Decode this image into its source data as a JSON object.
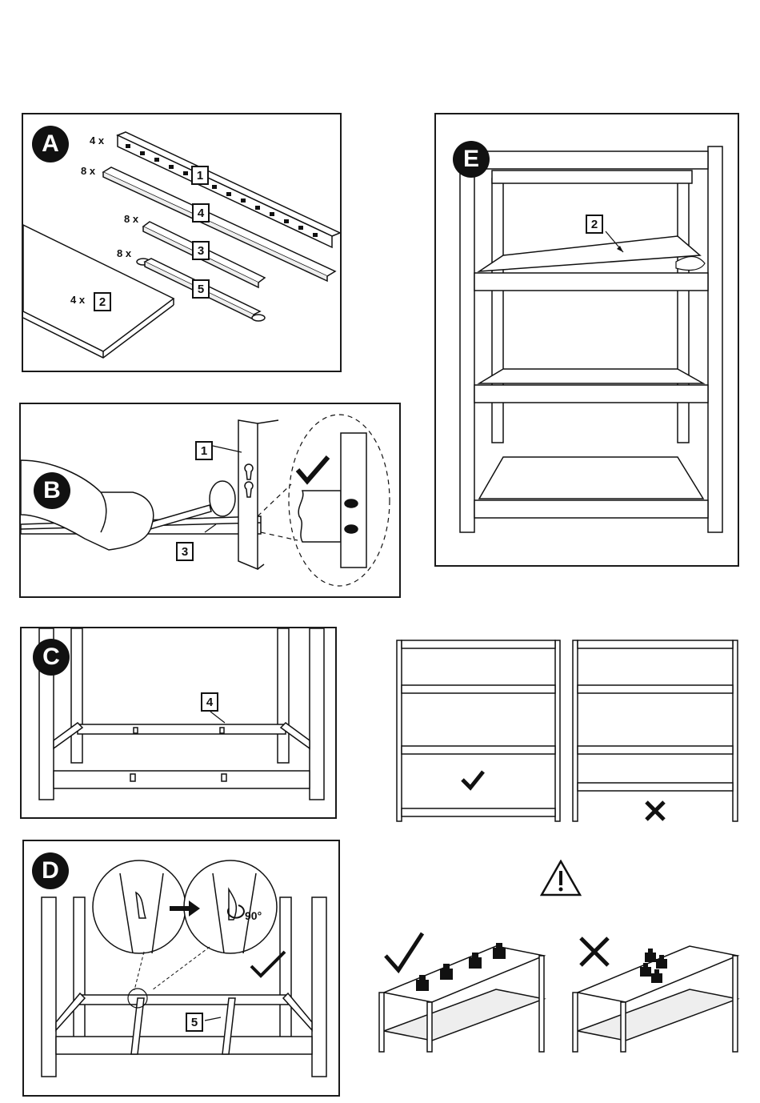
{
  "panels": {
    "a": {
      "badge": "A",
      "items": [
        {
          "qty": "4 x",
          "part": "1"
        },
        {
          "qty": "8 x",
          "part": "4"
        },
        {
          "qty": "8 x",
          "part": "3"
        },
        {
          "qty": "8 x",
          "part": "5"
        },
        {
          "qty": "4 x",
          "part": "2"
        }
      ]
    },
    "b": {
      "badge": "B",
      "parts": [
        "1",
        "3"
      ]
    },
    "c": {
      "badge": "C",
      "part": "4"
    },
    "d": {
      "badge": "D",
      "part": "5",
      "rotation": "90°"
    },
    "e": {
      "badge": "E",
      "part": "2"
    }
  },
  "icons": {
    "correct": "check-icon",
    "incorrect": "cross-icon",
    "warning": "warning-triangle-icon",
    "weight": "weight-icon"
  }
}
